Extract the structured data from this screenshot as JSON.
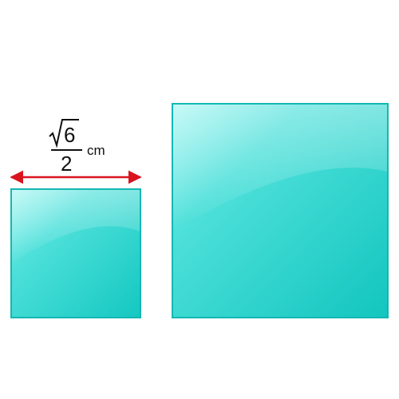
{
  "label": {
    "numerator": "6",
    "denominator": "2",
    "unit": "cm"
  },
  "colors": {
    "square_face": "#1ccdc6",
    "square_highlight": "#8ff0ec",
    "square_edge": "#0fb7b1",
    "dimension_arrow": "#d9141f",
    "text": "#111111"
  }
}
